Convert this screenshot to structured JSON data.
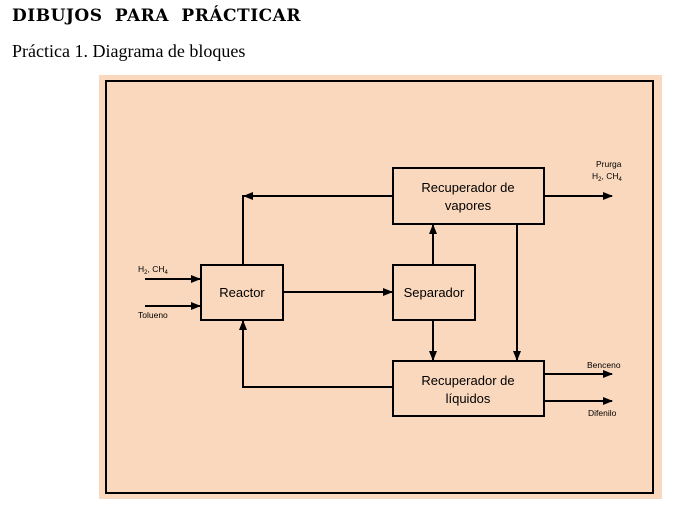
{
  "page": {
    "title": "DIBUJOS PARA PRÁCTICAR",
    "subtitle": "Práctica 1. Diagrama de bloques"
  },
  "colors": {
    "background": "#fad8bd",
    "line": "#000000"
  },
  "diagram": {
    "blocks": {
      "reactor": "Reactor",
      "separador": "Separador",
      "vapores_line1": "Recuperador de",
      "vapores_line2": "vapores",
      "liquidos_line1": "Recuperador de",
      "liquidos_line2": "líquidos"
    },
    "streams": {
      "feed_gas": "H",
      "feed_gas_sub": "2",
      "feed_gas_sep": ", CH",
      "feed_gas_sub2": "4",
      "tolueno": "Tolueno",
      "purga": "Prurga",
      "purga_gas": "H",
      "purga_gas_sub": "2",
      "purga_gas_sep": ", CH",
      "purga_gas_sub2": "4",
      "benceno": "Benceno",
      "difenilo": "Difenilo"
    }
  }
}
